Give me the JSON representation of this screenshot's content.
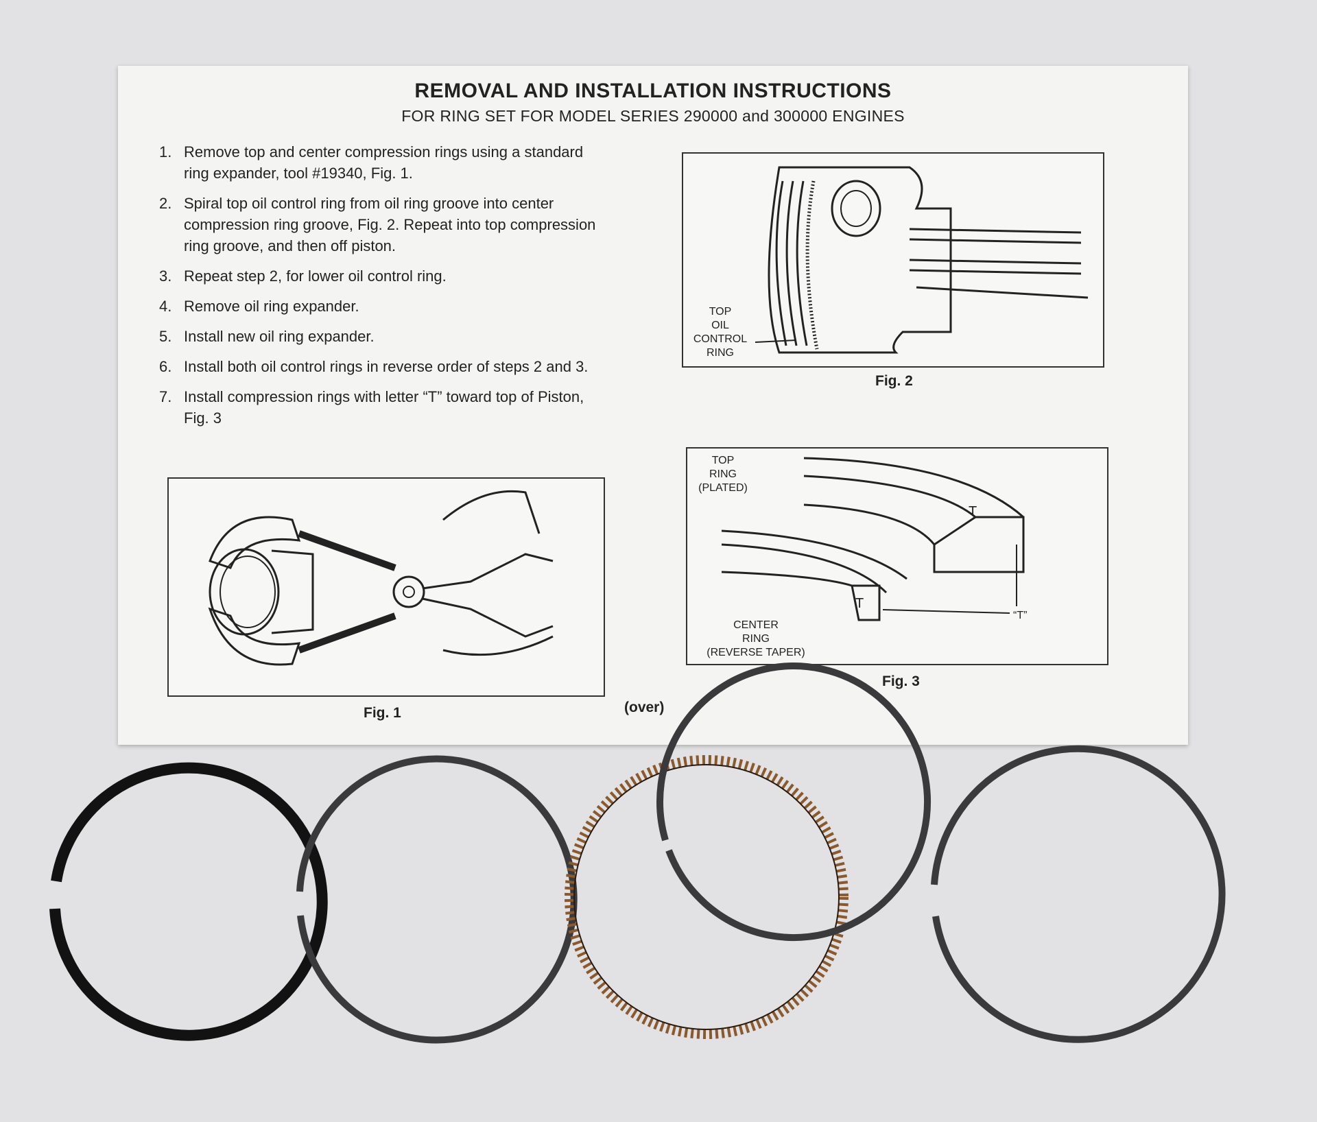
{
  "sheet": {
    "title": "REMOVAL AND INSTALLATION INSTRUCTIONS",
    "subtitle": "FOR RING SET FOR MODEL SERIES 290000 and 300000 ENGINES",
    "steps": [
      {
        "num": "1.",
        "text": "Remove top and center compression rings using a standard ring expander, tool #19340, Fig. 1."
      },
      {
        "num": "2.",
        "text": "Spiral top oil control ring from oil ring groove into center compression ring groove, Fig. 2. Repeat into top compression ring groove, and then off piston."
      },
      {
        "num": "3.",
        "text": "Repeat step 2, for lower oil control ring."
      },
      {
        "num": "4.",
        "text": "Remove oil ring expander."
      },
      {
        "num": "5.",
        "text": "Install new oil ring expander."
      },
      {
        "num": "6.",
        "text": "Install both oil control rings in reverse order of steps 2 and 3."
      },
      {
        "num": "7.",
        "text": "Install compression rings with letter “T” toward top of Piston, Fig. 3"
      }
    ],
    "fig1_caption": "Fig. 1",
    "fig2_caption": "Fig. 2",
    "fig3_caption": "Fig. 3",
    "over_label": "(over)",
    "fig2_labels": [
      "TOP",
      "OIL",
      "CONTROL",
      "RING"
    ],
    "fig3_top_labels": [
      "TOP",
      "RING",
      "(PLATED)"
    ],
    "fig3_center_labels": [
      "CENTER",
      "RING",
      "(REVERSE TAPER)"
    ],
    "fig3_t_label": "“T”",
    "ring_letter": "T"
  },
  "colors": {
    "background": "#e2e2e4",
    "paper": "#f4f4f2",
    "ink": "#222222",
    "ring_black": "#111111",
    "ring_gray": "#3a3a3c",
    "expander_copper": "#8a5a2e"
  }
}
